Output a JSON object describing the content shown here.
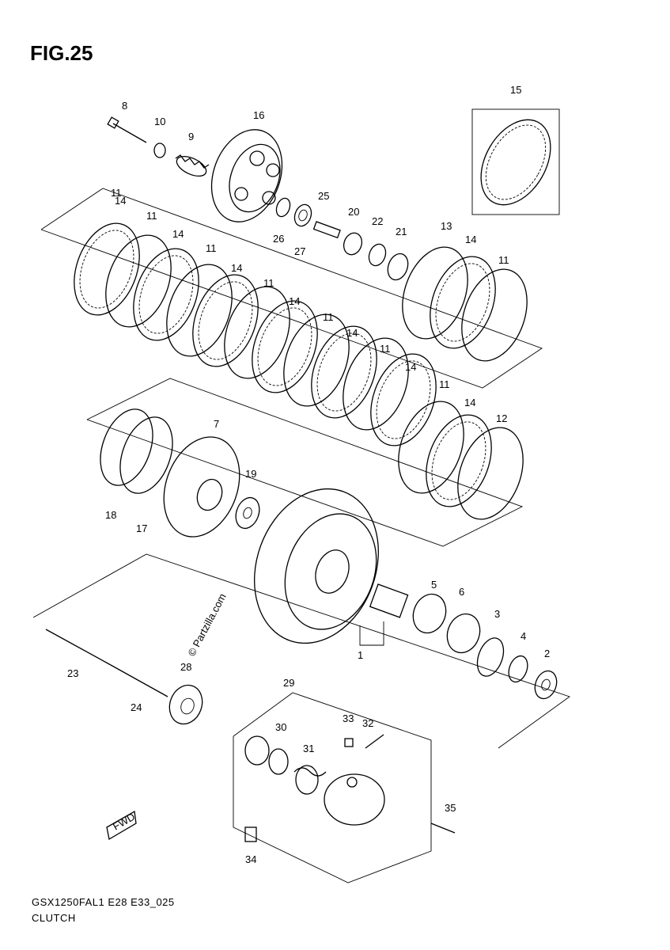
{
  "figure": {
    "title": "FIG.25"
  },
  "footer": {
    "code": "GSX1250FAL1 E28 E33_025",
    "name": "CLUTCH"
  },
  "watermark": "© Partzilla.com",
  "fwd_label": "FWD",
  "callouts": [
    {
      "n": "1"
    },
    {
      "n": "2"
    },
    {
      "n": "3"
    },
    {
      "n": "4"
    },
    {
      "n": "5"
    },
    {
      "n": "6"
    },
    {
      "n": "7"
    },
    {
      "n": "8"
    },
    {
      "n": "9"
    },
    {
      "n": "10"
    },
    {
      "n": "11"
    },
    {
      "n": "11"
    },
    {
      "n": "11"
    },
    {
      "n": "11"
    },
    {
      "n": "11"
    },
    {
      "n": "11"
    },
    {
      "n": "11"
    },
    {
      "n": "11"
    },
    {
      "n": "12"
    },
    {
      "n": "13"
    },
    {
      "n": "14"
    },
    {
      "n": "14"
    },
    {
      "n": "14"
    },
    {
      "n": "14"
    },
    {
      "n": "14"
    },
    {
      "n": "14"
    },
    {
      "n": "14"
    },
    {
      "n": "14"
    },
    {
      "n": "15"
    },
    {
      "n": "16"
    },
    {
      "n": "17"
    },
    {
      "n": "18"
    },
    {
      "n": "19"
    },
    {
      "n": "20"
    },
    {
      "n": "21"
    },
    {
      "n": "22"
    },
    {
      "n": "23"
    },
    {
      "n": "24"
    },
    {
      "n": "25"
    },
    {
      "n": "26"
    },
    {
      "n": "27"
    },
    {
      "n": "28"
    },
    {
      "n": "29"
    },
    {
      "n": "30"
    },
    {
      "n": "31"
    },
    {
      "n": "32"
    },
    {
      "n": "33"
    },
    {
      "n": "34"
    },
    {
      "n": "35"
    }
  ]
}
